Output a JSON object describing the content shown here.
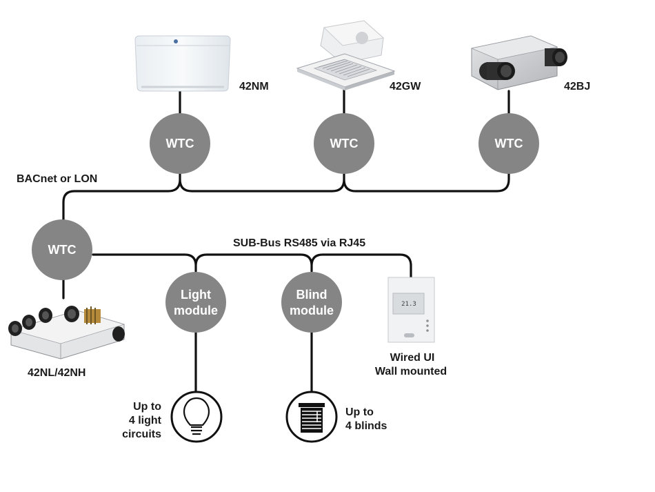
{
  "colors": {
    "node_fill": "#858585",
    "wire": "#111111",
    "text": "#1a1a1a",
    "node_text": "#ffffff"
  },
  "devices": {
    "top_left": {
      "label": "42NM",
      "icon": "floor-console-fan-coil-icon"
    },
    "top_middle": {
      "label": "42GW",
      "icon": "ceiling-cassette-icon"
    },
    "top_right": {
      "label": "42BJ",
      "icon": "ducted-unit-icon"
    },
    "bottom_left": {
      "label": "42NL/42NH",
      "icon": "ducted-unit-with-outlets-icon"
    }
  },
  "nodes": {
    "wtc_top_left": "WTC",
    "wtc_top_middle": "WTC",
    "wtc_top_right": "WTC",
    "wtc_bottom": "WTC",
    "light_line1": "Light",
    "light_line2": "module",
    "blind_line1": "Blind",
    "blind_line2": "module"
  },
  "bus": {
    "main": "BACnet or LON",
    "sub": "SUB-Bus RS485 via RJ45"
  },
  "wired_ui": {
    "line1": "Wired UI",
    "line2": "Wall mounted",
    "display": "21.3",
    "icon": "wall-thermostat-icon"
  },
  "light": {
    "line1": "Up to",
    "line2": "4 light",
    "line3": "circuits",
    "icon": "light-bulb-icon"
  },
  "blinds": {
    "line1": "Up to",
    "line2": "4 blinds",
    "icon": "window-blind-icon"
  }
}
